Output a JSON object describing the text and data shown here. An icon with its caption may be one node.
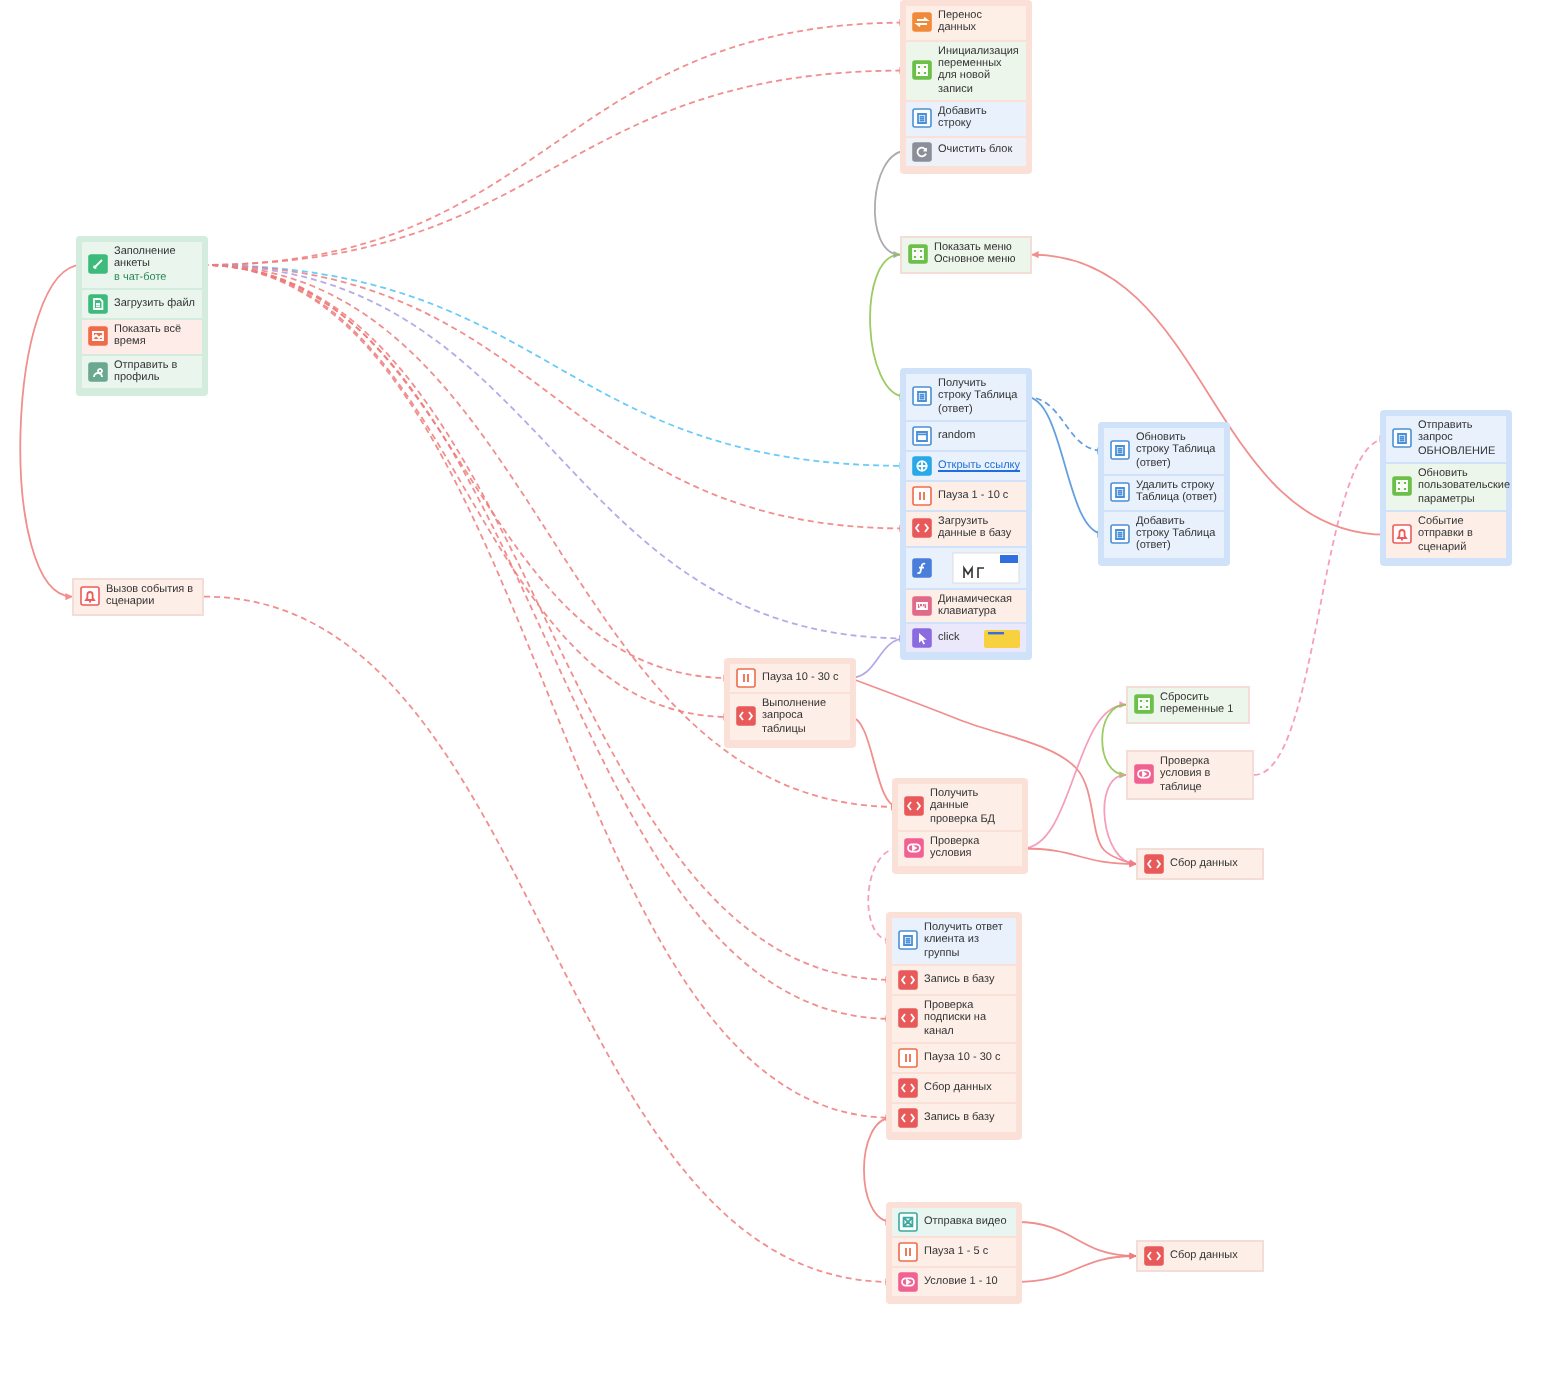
{
  "diagram": {
    "nodes": [
      {
        "text": [],
        "shape": "box"
      },
      {
        "text": [
          "Перенос данных"
        ],
        "in": 0
      },
      {
        "text": [
          "Инициализация переменных для новой записи"
        ],
        "in": 0
      },
      {
        "text": [
          "Добавить строку"
        ],
        "in": 0
      },
      {
        "text": [
          "Очистить блок"
        ],
        "in": 0
      },
      {
        "text": [],
        "shape": "box"
      },
      {
        "text": [
          "Заполнение анкеты",
          "в чат-боте"
        ],
        "in": 5
      },
      {
        "text": [
          "Загрузить файл"
        ],
        "in": 5
      },
      {
        "text": [
          "Показать всё время"
        ],
        "in": 5
      },
      {
        "text": [
          "Отправить в профиль"
        ],
        "in": 5
      },
      {
        "text": [
          "Вызов события в сценарии"
        ]
      },
      {
        "text": [
          "Показать меню Основное меню"
        ]
      },
      {
        "text": [],
        "shape": "box"
      },
      {
        "text": [
          "Получить строку Таблица (ответ)"
        ],
        "in": 12
      },
      {
        "text": [
          "random"
        ],
        "in": 12
      },
      {
        "text": [
          "Открыть ссылку"
        ],
        "in": 12
      },
      {
        "text": [
          "Пауза 1 - 10 с"
        ],
        "in": 12
      },
      {
        "text": [
          "Загрузить данные в базу"
        ],
        "in": 12
      },
      {
        "text": [],
        "shape": "picture",
        "in": 12
      },
      {
        "text": [
          "Динамическая клавиатура"
        ],
        "in": 12
      },
      {
        "text": [
          "click"
        ],
        "in": 12
      },
      {
        "text": [],
        "shape": "box"
      },
      {
        "text": [
          "Обновить строку Таблица (ответ)"
        ],
        "in": 21
      },
      {
        "text": [
          "Удалить строку Таблица (ответ)"
        ],
        "in": 21
      },
      {
        "text": [
          "Добавить строку Таблица (ответ)"
        ],
        "in": 21
      },
      {
        "text": [],
        "shape": "box"
      },
      {
        "text": [
          "Отправить запрос ОБНОВЛЕНИЕ"
        ],
        "in": 25
      },
      {
        "text": [
          "Обновить пользовательские параметры"
        ],
        "in": 25
      },
      {
        "text": [
          "Событие отправки в сценарий"
        ],
        "in": 25
      },
      {
        "text": [],
        "shape": "box"
      },
      {
        "text": [
          "Пауза 10 - 30 с"
        ],
        "in": 29
      },
      {
        "text": [
          "Выполнение запроса таблицы"
        ],
        "in": 29
      },
      {
        "text": [],
        "shape": "box"
      },
      {
        "text": [
          "Получить данные проверка БД"
        ],
        "in": 32
      },
      {
        "text": [
          "Проверка условия"
        ],
        "in": 32
      },
      {
        "text": [
          "Сбросить переменные 1"
        ]
      },
      {
        "text": [
          "Проверка условия в таблице"
        ]
      },
      {
        "text": [
          "Сбор данных"
        ]
      },
      {
        "text": [],
        "shape": "box"
      },
      {
        "text": [
          "Получить ответ клиента из группы"
        ],
        "in": 38
      },
      {
        "text": [
          "Запись в базу"
        ],
        "in": 38
      },
      {
        "text": [
          "Проверка подписки на канал"
        ],
        "in": 38
      },
      {
        "text": [
          "Пауза 10 - 30 с"
        ],
        "in": 38
      },
      {
        "text": [
          "Сбор данных"
        ],
        "in": 38
      },
      {
        "text": [
          "Запись в базу"
        ],
        "in": 38
      },
      {
        "text": [],
        "shape": "box"
      },
      {
        "text": [
          "Отправка видео"
        ],
        "in": 45
      },
      {
        "text": [
          "Пауза 1 - 5 с"
        ],
        "in": 45
      },
      {
        "text": [
          "Условие 1 - 10"
        ],
        "in": 45
      },
      {
        "text": [
          "Сбор данных"
        ]
      }
    ],
    "edges": [
      {
        "from": 6,
        "to": 1,
        "arrow": "to",
        "style": "dashed"
      },
      {
        "from": 6,
        "to": 2,
        "arrow": "to",
        "style": "dashed"
      },
      {
        "from": 6,
        "to": 10,
        "arrow": "to"
      },
      {
        "from": 6,
        "to": 15,
        "arrow": "to",
        "style": "dashed",
        "color": "#4fc3f7"
      },
      {
        "from": 6,
        "to": 17,
        "arrow": "to",
        "style": "dashed"
      },
      {
        "from": 6,
        "to": 20,
        "arrow": "to",
        "style": "dashed",
        "color": "#a99be6"
      },
      {
        "from": 6,
        "to": 30,
        "arrow": "to",
        "style": "dashed"
      },
      {
        "from": 6,
        "to": 31,
        "arrow": "to",
        "style": "dashed"
      },
      {
        "from": 6,
        "to": 33,
        "arrow": "to",
        "style": "dashed"
      },
      {
        "from": 6,
        "to": 40,
        "arrow": "to",
        "style": "dashed"
      },
      {
        "from": 6,
        "to": 41,
        "arrow": "to",
        "style": "dashed"
      },
      {
        "from": 6,
        "to": 44,
        "arrow": "to",
        "style": "dashed"
      },
      {
        "from": 10,
        "to": 48,
        "arrow": "to",
        "style": "dashed"
      },
      {
        "from": 4,
        "to": 11,
        "arrow": "to",
        "color": "#9e9e9e"
      },
      {
        "from": 11,
        "to": 13,
        "arrow": "to",
        "color": "#8bc34a"
      },
      {
        "from": 28,
        "to": 11,
        "arrow": "to"
      },
      {
        "from": 13,
        "to": 22,
        "arrow": "to",
        "style": "dashed",
        "color": "#4a90d9"
      },
      {
        "from": 13,
        "to": 24,
        "arrow": "to",
        "color": "#4a90d9"
      },
      {
        "from": 30,
        "to": 20,
        "arrow": "to",
        "color": "#a99be6"
      },
      {
        "from": 30,
        "to": 37,
        "arrow": "to"
      },
      {
        "from": 31,
        "to": 33,
        "arrow": "to"
      },
      {
        "from": 34,
        "to": 35,
        "arrow": "to",
        "color": "#f48fb1"
      },
      {
        "from": 35,
        "to": 36,
        "arrow": "to",
        "color": "#8bc34a"
      },
      {
        "from": 36,
        "to": 37,
        "arrow": "to",
        "color": "#f48fb1"
      },
      {
        "from": 36,
        "to": 26,
        "arrow": "to",
        "style": "dashed",
        "color": "#f48fb1"
      },
      {
        "from": 34,
        "to": 37,
        "arrow": "to"
      },
      {
        "from": 34,
        "to": 39,
        "arrow": "to",
        "style": "dashed",
        "color": "#f48fb1"
      },
      {
        "from": 44,
        "to": 46,
        "arrow": "to"
      },
      {
        "from": 46,
        "to": 49,
        "arrow": "to"
      },
      {
        "from": 48,
        "to": 49,
        "arrow": "to"
      }
    ]
  }
}
